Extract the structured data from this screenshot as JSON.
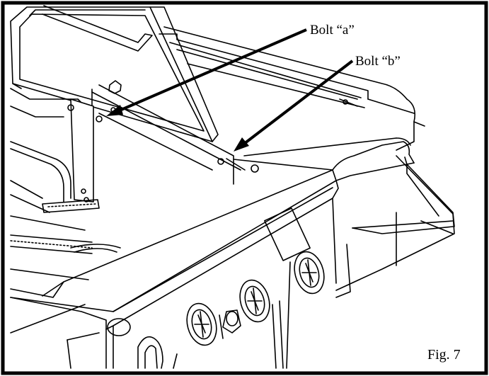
{
  "figure": {
    "callouts": [
      {
        "label": "Bolt “a”"
      },
      {
        "label": "Bolt “b”"
      }
    ],
    "caption": "Fig. 7"
  }
}
